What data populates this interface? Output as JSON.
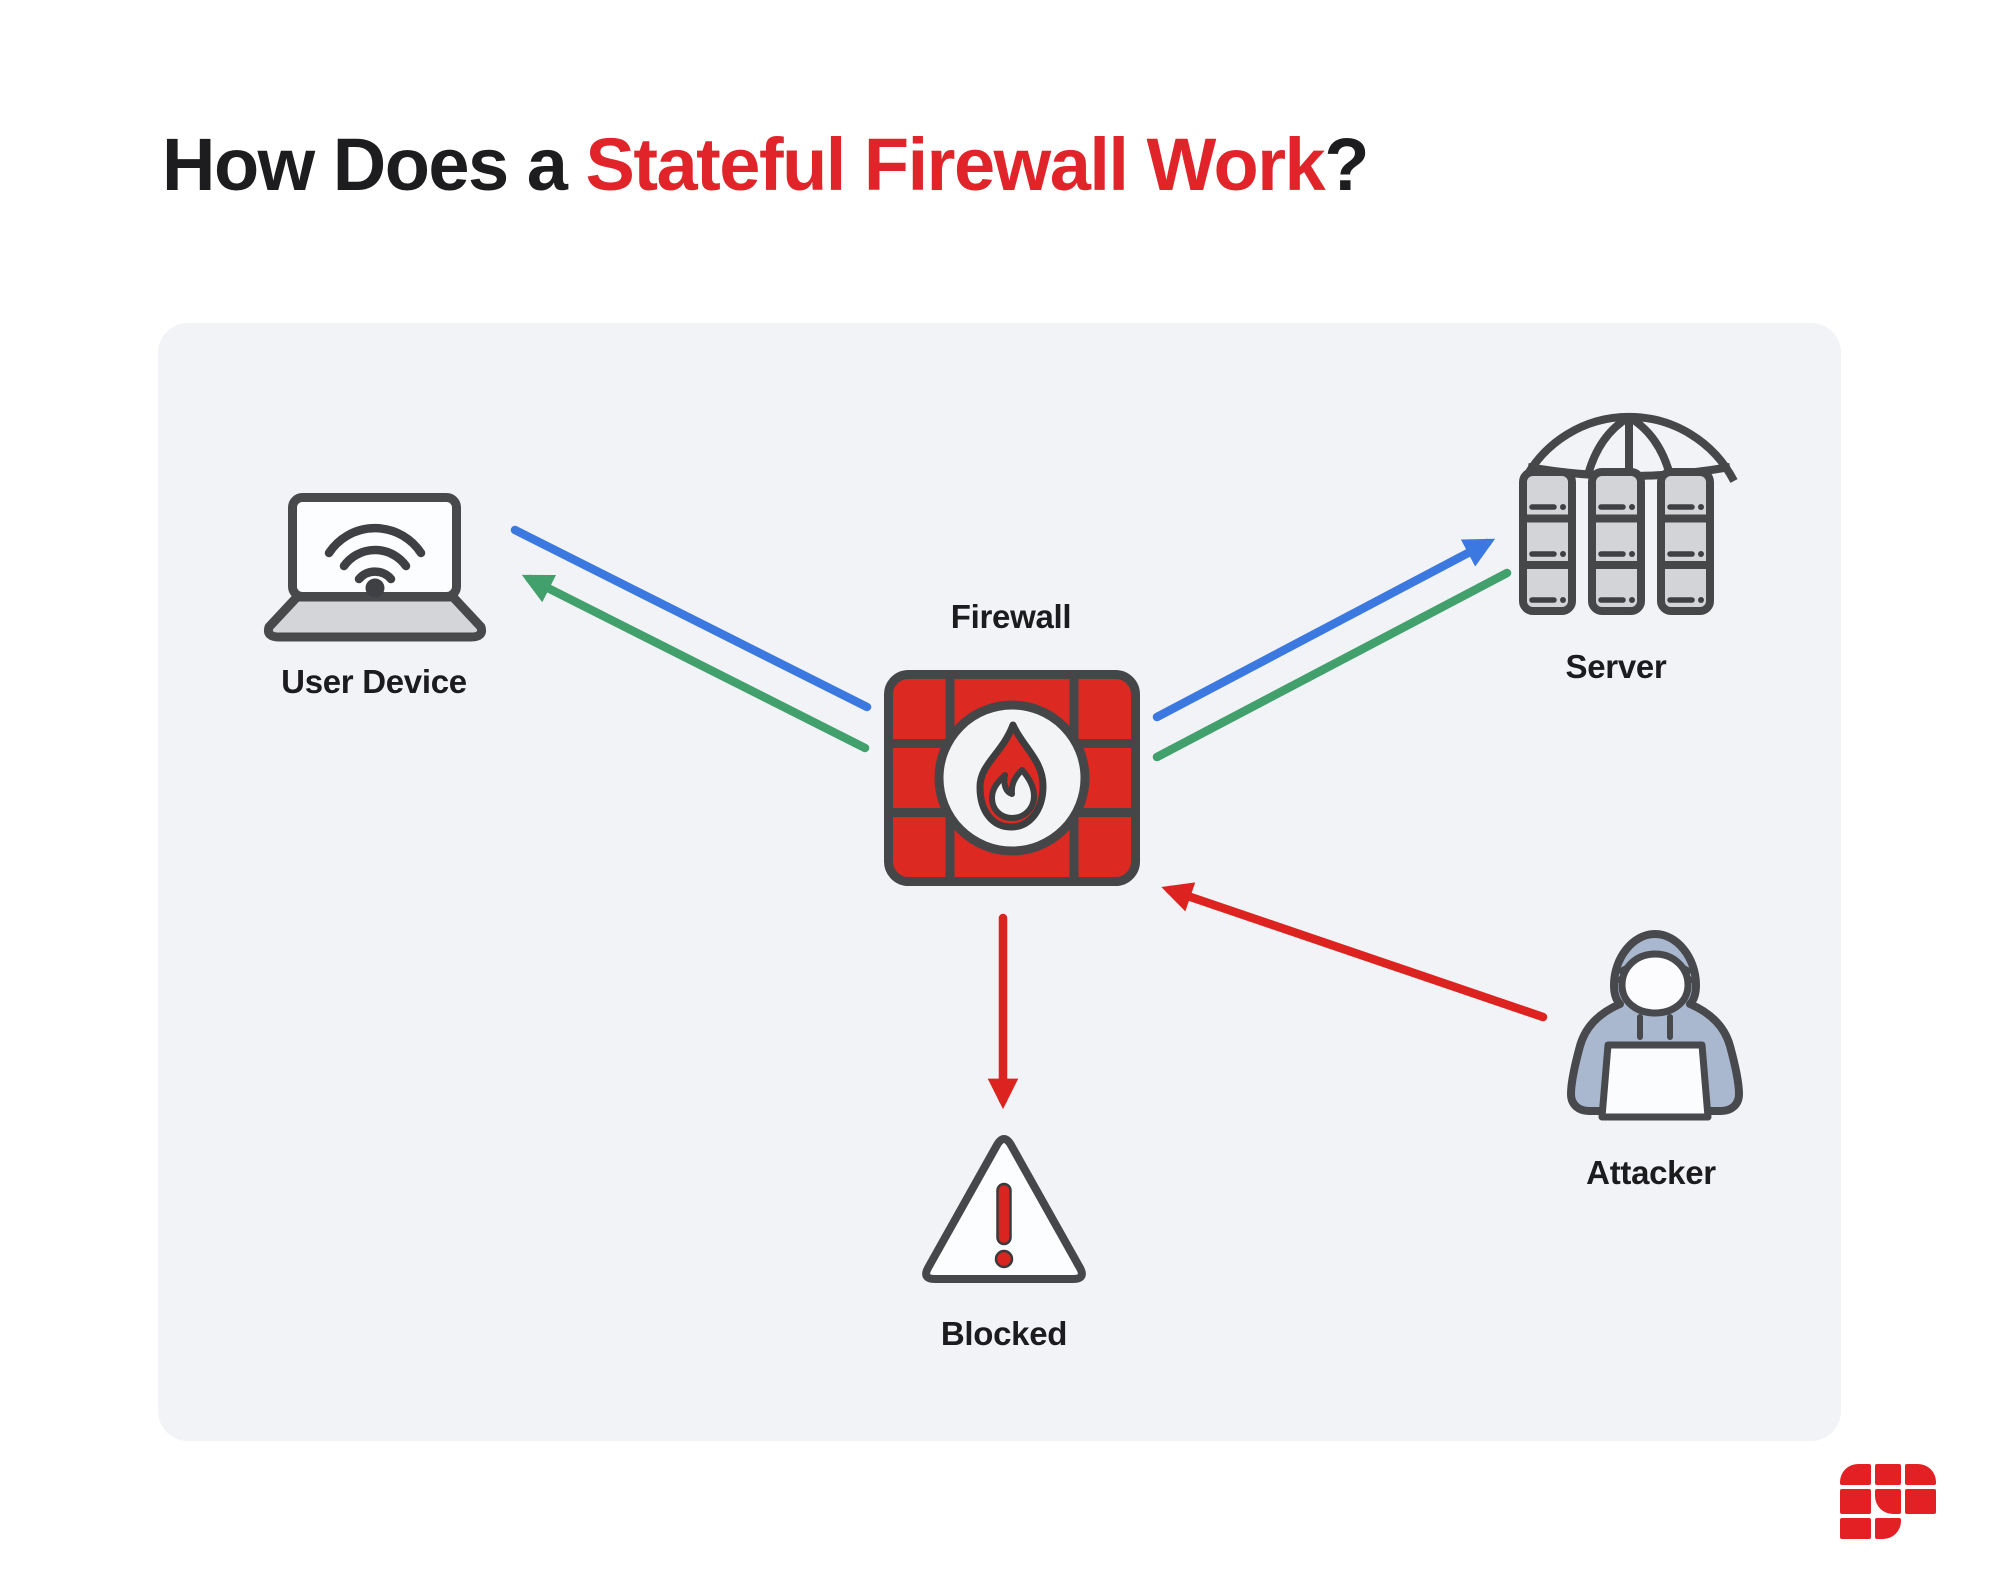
{
  "title": {
    "prefix": "How Does a ",
    "highlight": "Stateful Firewall Work",
    "suffix": "?"
  },
  "diagram": {
    "nodes": [
      {
        "id": "user-device",
        "label": "User Device",
        "icon": "laptop-wifi-icon"
      },
      {
        "id": "firewall",
        "label": "Firewall",
        "icon": "firewall-brick-flame-icon"
      },
      {
        "id": "server",
        "label": "Server",
        "icon": "server-racks-globe-icon"
      },
      {
        "id": "attacker",
        "label": "Attacker",
        "icon": "hooded-hacker-icon"
      },
      {
        "id": "blocked",
        "label": "Blocked",
        "icon": "warning-triangle-icon"
      }
    ],
    "connections": [
      {
        "from": "user-device",
        "to": "firewall",
        "color": "#3b79e0",
        "color_name": "blue",
        "arrowhead": false
      },
      {
        "from": "firewall",
        "to": "server",
        "color": "#3b79e0",
        "color_name": "blue",
        "arrowhead": true
      },
      {
        "from": "server",
        "to": "firewall",
        "color": "#41a06b",
        "color_name": "green",
        "arrowhead": false
      },
      {
        "from": "firewall",
        "to": "user-device",
        "color": "#41a06b",
        "color_name": "green",
        "arrowhead": true
      },
      {
        "from": "attacker",
        "to": "firewall",
        "color": "#dd2320",
        "color_name": "red",
        "arrowhead": true
      },
      {
        "from": "firewall",
        "to": "blocked",
        "color": "#dd2320",
        "color_name": "red",
        "arrowhead": true
      }
    ]
  },
  "colors": {
    "page_background": "#ffffff",
    "panel_background": "#f1f3f6",
    "title_text": "#1d1d1f",
    "title_highlight": "#e0242a",
    "label_text": "#1c1c1e",
    "arrow_blue": "#3b79e0",
    "arrow_green": "#41a06b",
    "arrow_red": "#dd2320",
    "firewall_red": "#dc2a23",
    "exclamation_red": "#da2420",
    "icon_outline": "#47494b",
    "icon_gray_fill": "#d3d5d8",
    "hoodie_fill": "#a9b8cf",
    "logo_red": "#e32125"
  },
  "branding": {
    "logo_icon": "fortinet-logo"
  }
}
